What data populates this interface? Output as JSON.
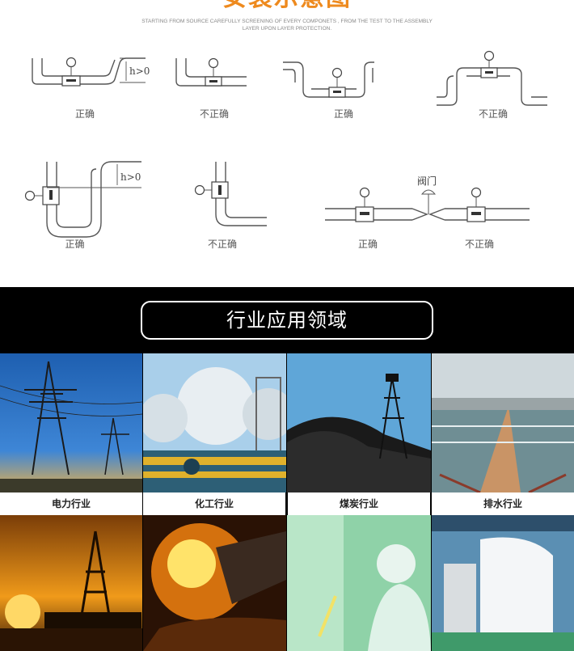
{
  "install": {
    "title": "安装示意图",
    "subtitle_line1": "STARTING FROM SOURCE CAREFULLY SCREENING OF EVERY COMPONETS , FROM THE TEST TO THE ASSEMBLY",
    "subtitle_line2": "LAYER UPON LAYER PROTECTION.",
    "height_label": "h>0",
    "valve_label": "阀门",
    "diagrams": [
      {
        "caption": "正确"
      },
      {
        "caption": "不正确"
      },
      {
        "caption": "正确"
      },
      {
        "caption": "不正确"
      },
      {
        "caption": "正确"
      },
      {
        "caption": "不正确"
      },
      {
        "caption": "正确"
      },
      {
        "caption": "不正确"
      }
    ]
  },
  "industry": {
    "title": "行业应用领域",
    "fields": [
      {
        "label": "电力行业"
      },
      {
        "label": "化工行业"
      },
      {
        "label": "煤炭行业"
      },
      {
        "label": "排水行业"
      }
    ]
  }
}
